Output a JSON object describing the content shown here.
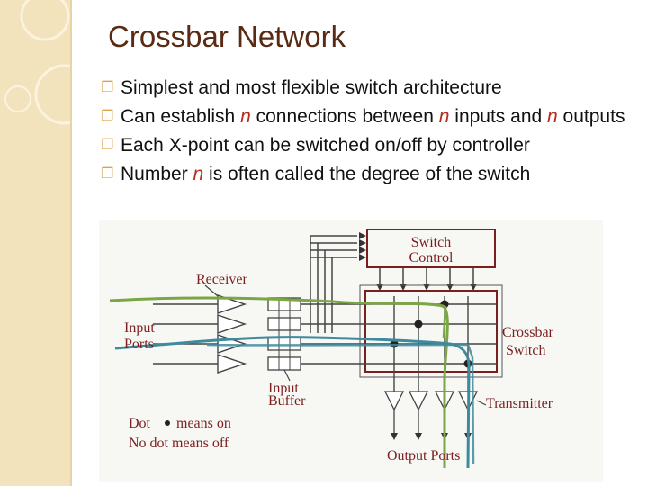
{
  "slide": {
    "title": "Crossbar Network",
    "bullets": {
      "b1": "Simplest and most flexible switch architecture",
      "b2": {
        "pre": "Can establish ",
        "n1": "n",
        "mid1": " connections between ",
        "n2": "n",
        "mid2": " inputs and ",
        "n3": "n",
        "post": " outputs"
      },
      "b3": "Each X-point can be switched on/off by controller",
      "b4": {
        "pre": "Number ",
        "n": "n",
        "post": " is often called the degree of the switch"
      }
    }
  },
  "diagram": {
    "switch_control": [
      "Switch",
      "Control"
    ],
    "receiver": "Receiver",
    "input_ports": [
      "Input",
      "Ports"
    ],
    "input_buffer": [
      "Input",
      "Buffer"
    ],
    "crossbar_switch": [
      "Crossbar",
      "Switch"
    ],
    "transmitter": "Transmitter",
    "dot_legend": [
      "Dot",
      "means on"
    ],
    "no_dot_legend": "No dot means off",
    "output_ports": "Output Ports"
  },
  "colors": {
    "title": "#5a2b12",
    "diagram_text": "#7a1f1f",
    "green_path": "#7aa646",
    "blue_path": "#3f8a9d",
    "sidebar": "#f3e3bd",
    "bullet_mark": "#e0a34b"
  }
}
